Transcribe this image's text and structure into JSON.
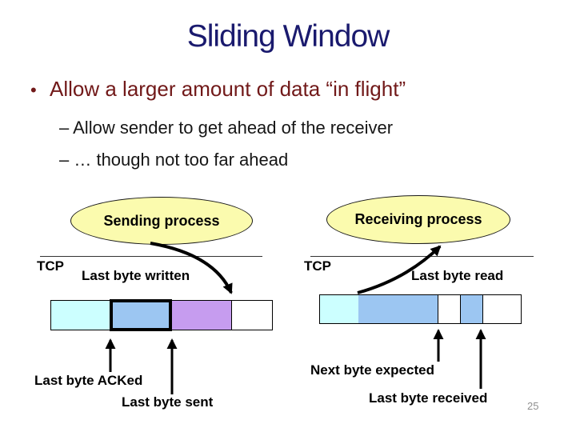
{
  "slide": {
    "title": "Sliding Window",
    "bullet_marker": "•",
    "bullet_text": "Allow a larger amount of data “in flight”",
    "sub_bullets": [
      "– Allow sender to get ahead of the receiver",
      "– … though not too far ahead"
    ],
    "page_number": "25"
  },
  "diagram": {
    "sender": {
      "process_label": "Sending process",
      "layer_label": "TCP",
      "top_pointer_label": "Last byte written",
      "bottom_pointer_labels": [
        "Last byte ACKed",
        "Last byte sent"
      ],
      "buffer_segments": [
        {
          "name": "acked-data",
          "color": "#CCFFFF"
        },
        {
          "name": "sent-unacked-data",
          "color": "#9CC6F2",
          "highlighted": true
        },
        {
          "name": "written-unsent-data",
          "color": "#C69CEF"
        },
        {
          "name": "free-space",
          "color": "#FFFFFF"
        }
      ]
    },
    "receiver": {
      "process_label": "Receiving process",
      "layer_label": "TCP",
      "top_pointer_label": "Last byte read",
      "bottom_pointer_labels": [
        "Next byte expected",
        "Last byte received"
      ],
      "buffer_segments": [
        {
          "name": "read-data",
          "color": "#CCFFFF"
        },
        {
          "name": "received-in-order",
          "color": "#9CC6F2"
        },
        {
          "name": "gap",
          "color": "#FFFFFF"
        },
        {
          "name": "received-out-of-order",
          "color": "#9CC6F2"
        },
        {
          "name": "free-space",
          "color": "#FFFFFF"
        }
      ]
    },
    "colors": {
      "title": "#1A1A6E",
      "bullet": "#711919",
      "body_text": "#161616",
      "ellipse_fill": "#FBFBAE",
      "segment_cyan": "#CCFFFF",
      "segment_blue": "#9CC6F2",
      "segment_purple": "#C69CEF",
      "arrow": "#000000",
      "page_number": "#909090"
    }
  }
}
